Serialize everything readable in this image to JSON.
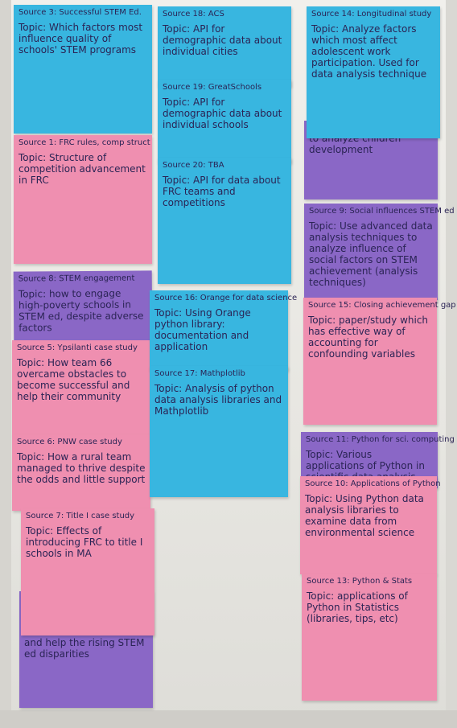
{
  "colors": {
    "board": "#ecebe6",
    "blue_note": "#38b6e0",
    "pink_note": "#ef8fb0",
    "purple_note": "#8a67c6",
    "ink": "#2b2455"
  },
  "notes": {
    "s3": {
      "source": "Source 3: Successful STEM Ed.",
      "topic": "Topic: Which factors most influence quality of schools' STEM programs"
    },
    "s1": {
      "source": "Source 1: FRC rules, comp struct",
      "topic": "Topic: Structure of competition advancement in FRC"
    },
    "s8": {
      "source": "Source 8: STEM engagement",
      "topic": "Topic: how to engage high-poverty schools in STEM ed, despite adverse factors"
    },
    "s5": {
      "source": "Source 5: Ypsilanti case study",
      "topic": "Topic: How team 66 overcame obstacles to become successful and help their community"
    },
    "s6": {
      "source": "Source 6: PNW case study",
      "topic": "Topic: How a rural team managed to thrive despite the odds and little support"
    },
    "s7": {
      "source": "Source 7: Title I case study",
      "topic": "Topic: Effects of introducing FRC to title I schools in MA"
    },
    "s8_tail": "and help the rising STEM ed disparities",
    "s18": {
      "source": "Source 18: ACS",
      "topic": "Topic: API for demographic data about individual cities"
    },
    "s19": {
      "source": "Source 19: GreatSchools",
      "topic": "Topic: API for demographic data about individual schools"
    },
    "s20": {
      "source": "Source 20: TBA",
      "topic": "Topic: API for data about FRC teams and competitions"
    },
    "s16": {
      "source": "Source 16: Orange for data science",
      "topic": "Topic: Using Orange python library: documentation and application"
    },
    "s17": {
      "source": "Source 17: Mathplotlib",
      "topic": "Topic: Analysis of python data analysis libraries and Mathplotlib"
    },
    "s14": {
      "source": "Source 14: Longitudinal study",
      "topic": "Topic: Analyze factors which most affect adolescent work participation. Used for data analysis technique"
    },
    "s14_tail": "to analyze children development",
    "s9": {
      "source": "Source 9: Social influences STEM ed",
      "topic": "Topic: Use advanced data analysis techniques to analyze influence of social factors on STEM achievement (analysis techniques)"
    },
    "s15": {
      "source": "Source 15: Closing achievement gap",
      "topic": "Topic: paper/study which has effective way of accounting for confounding variables"
    },
    "s11": {
      "source": "Source 11: Python for sci. computing",
      "topic": "Topic: Various applications of Python in scientific data analysis"
    },
    "s10": {
      "source": "Source 10: Applications of Python",
      "topic": "Topic: Using Python data analysis libraries to examine data from environmental science"
    },
    "s13": {
      "source": "Source 13: Python & Stats",
      "topic": "Topic: applications of Python in Statistics (libraries, tips, etc)"
    }
  }
}
